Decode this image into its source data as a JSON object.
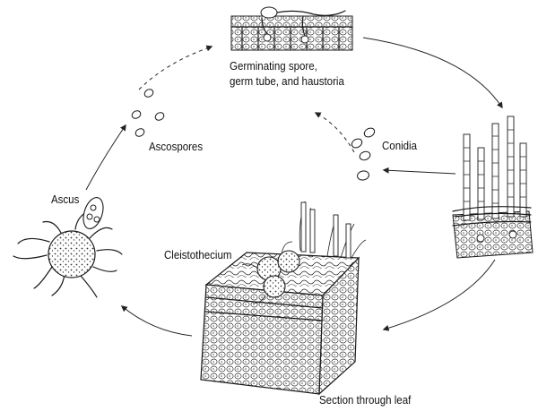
{
  "diagram": {
    "labels": {
      "germinating_spore_line1": "Germinating spore,",
      "germinating_spore_line2": "germ tube, and haustoria",
      "conidia": "Conidia",
      "ascospores": "Ascospores",
      "ascus": "Ascus",
      "cleistothecium": "Cleistothecium",
      "section_through_leaf": "Section through leaf"
    },
    "colors": {
      "ink": "#1a1a1a",
      "background": "#ffffff"
    }
  }
}
